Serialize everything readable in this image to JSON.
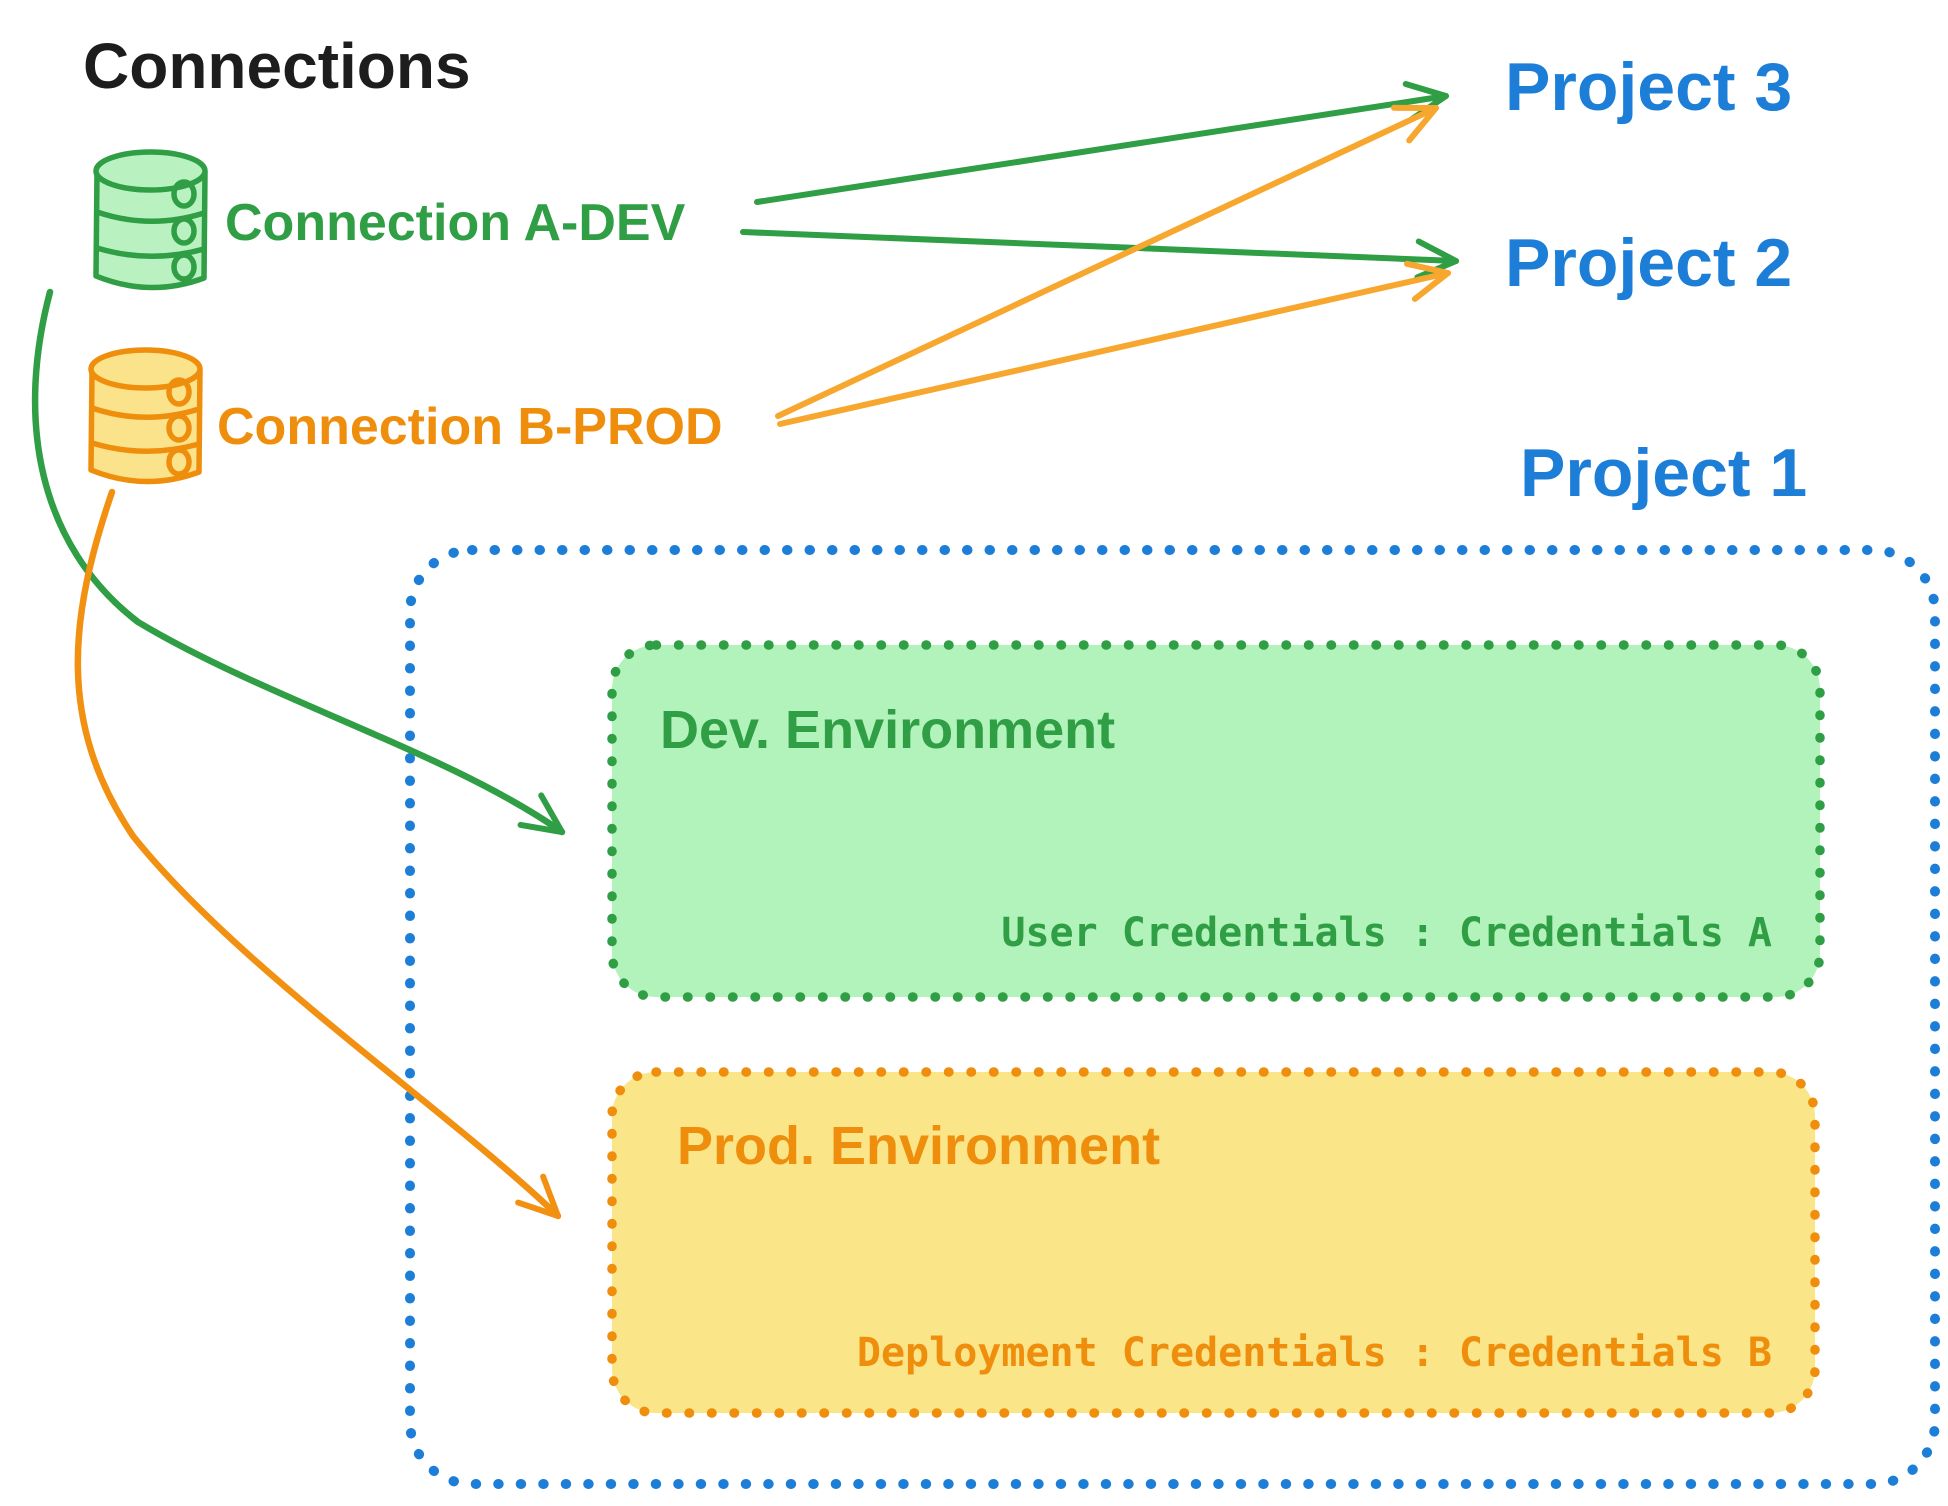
{
  "diagram": {
    "title": "Connections",
    "connections": [
      {
        "id": "a-dev",
        "label": "Connection A-DEV",
        "color": "#2f9e44",
        "fill": "#b9f2c0",
        "icon": "database-icon"
      },
      {
        "id": "b-prod",
        "label": "Connection B-PROD",
        "color": "#ef8e0c",
        "fill": "#fbe38b",
        "icon": "database-icon"
      }
    ],
    "projects": [
      {
        "label": "Project 3"
      },
      {
        "label": "Project 2"
      },
      {
        "label": "Project 1"
      }
    ],
    "project1": {
      "environments": [
        {
          "name": "Dev. Environment",
          "credentials_label": "User Credentials : Credentials A",
          "color": "#2f9e44",
          "fill": "#b2f2bb"
        },
        {
          "name": "Prod. Environment",
          "credentials_label": "Deployment Credentials : Credentials B",
          "color": "#ef8e0c",
          "fill": "#fae588"
        }
      ]
    },
    "edges": [
      {
        "from": "Connection A-DEV",
        "to": "Project 3"
      },
      {
        "from": "Connection A-DEV",
        "to": "Project 2"
      },
      {
        "from": "Connection A-DEV",
        "to": "Dev. Environment (Project 1)"
      },
      {
        "from": "Connection B-PROD",
        "to": "Project 3"
      },
      {
        "from": "Connection B-PROD",
        "to": "Project 2"
      },
      {
        "from": "Connection B-PROD",
        "to": "Prod. Environment (Project 1)"
      }
    ],
    "colors": {
      "black": "#1d1d1d",
      "blue": "#1c7ed6",
      "green": "#2f9e44",
      "green_fill": "#b2f2bb",
      "orange": "#ef8e0c",
      "orange_fill": "#fae588",
      "orange_arrow": "#f7a72e"
    }
  }
}
